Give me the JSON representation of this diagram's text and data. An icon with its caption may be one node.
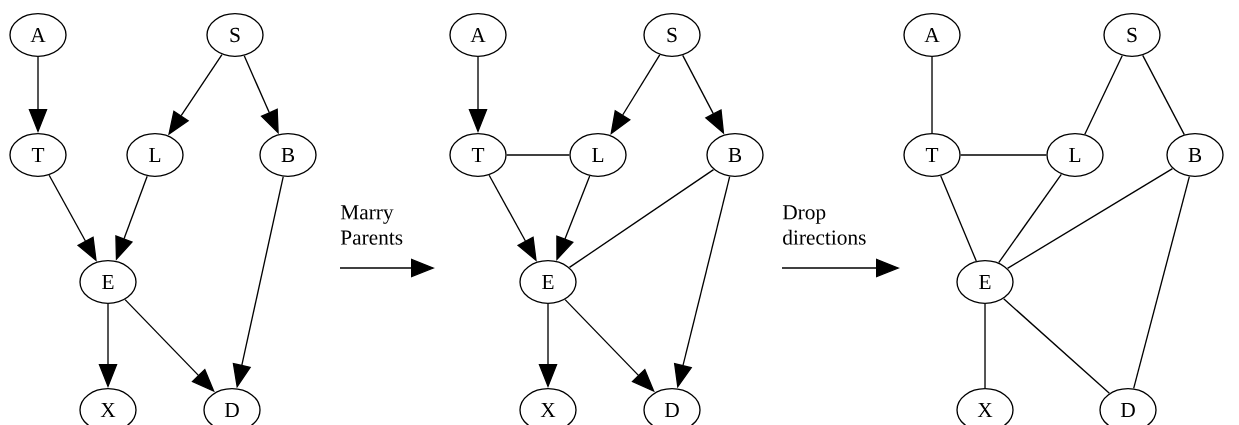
{
  "diagram": {
    "nodes": [
      {
        "text": [
          "A"
        ]
      },
      {
        "text": [
          "S"
        ]
      },
      {
        "text": [
          "T"
        ]
      },
      {
        "text": [
          "L"
        ]
      },
      {
        "text": [
          "B"
        ]
      },
      {
        "text": [
          "E"
        ]
      },
      {
        "text": [
          "X"
        ]
      },
      {
        "text": [
          "D"
        ]
      },
      {
        "text": [
          "A"
        ]
      },
      {
        "text": [
          "S"
        ]
      },
      {
        "text": [
          "T"
        ]
      },
      {
        "text": [
          "L"
        ]
      },
      {
        "text": [
          "B"
        ]
      },
      {
        "text": [
          "E"
        ]
      },
      {
        "text": [
          "X"
        ]
      },
      {
        "text": [
          "D"
        ]
      },
      {
        "text": [
          "A"
        ]
      },
      {
        "text": [
          "S"
        ]
      },
      {
        "text": [
          "T"
        ]
      },
      {
        "text": [
          "L"
        ]
      },
      {
        "text": [
          "B"
        ]
      },
      {
        "text": [
          "E"
        ]
      },
      {
        "text": [
          "X"
        ]
      },
      {
        "text": [
          "D"
        ]
      }
    ],
    "edges": [
      {
        "from": 0,
        "to": 2,
        "arrow": "to"
      },
      {
        "from": 1,
        "to": 3,
        "arrow": "to"
      },
      {
        "from": 1,
        "to": 4,
        "arrow": "to"
      },
      {
        "from": 2,
        "to": 5,
        "arrow": "to"
      },
      {
        "from": 3,
        "to": 5,
        "arrow": "to"
      },
      {
        "from": 4,
        "to": 7,
        "arrow": "to"
      },
      {
        "from": 5,
        "to": 6,
        "arrow": "to"
      },
      {
        "from": 5,
        "to": 7,
        "arrow": "to"
      },
      {
        "from": 8,
        "to": 10,
        "arrow": "to"
      },
      {
        "from": 9,
        "to": 11,
        "arrow": "to"
      },
      {
        "from": 9,
        "to": 12,
        "arrow": "to"
      },
      {
        "from": 10,
        "to": 11,
        "arrow": "none"
      },
      {
        "from": 10,
        "to": 13,
        "arrow": "to"
      },
      {
        "from": 11,
        "to": 13,
        "arrow": "to"
      },
      {
        "from": 13,
        "to": 12,
        "arrow": "none"
      },
      {
        "from": 12,
        "to": 15,
        "arrow": "to"
      },
      {
        "from": 13,
        "to": 14,
        "arrow": "to"
      },
      {
        "from": 13,
        "to": 15,
        "arrow": "to"
      },
      {
        "from": 16,
        "to": 18,
        "arrow": "none"
      },
      {
        "from": 17,
        "to": 19,
        "arrow": "none"
      },
      {
        "from": 17,
        "to": 20,
        "arrow": "none"
      },
      {
        "from": 18,
        "to": 19,
        "arrow": "none"
      },
      {
        "from": 18,
        "to": 21,
        "arrow": "none"
      },
      {
        "from": 19,
        "to": 21,
        "arrow": "none"
      },
      {
        "from": 21,
        "to": 20,
        "arrow": "none"
      },
      {
        "from": 20,
        "to": 23,
        "arrow": "none"
      },
      {
        "from": 21,
        "to": 22,
        "arrow": "none"
      },
      {
        "from": 21,
        "to": 23,
        "arrow": "none"
      }
    ],
    "labels": [
      "Marry Parents",
      "Drop directions"
    ]
  }
}
